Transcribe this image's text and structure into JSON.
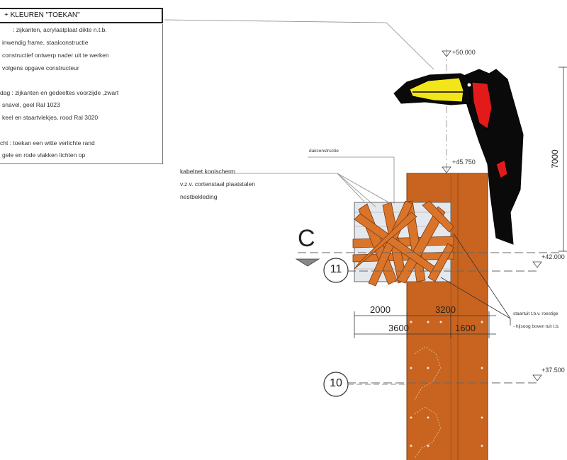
{
  "legend": {
    "title": "+ KLEUREN \"TOEKAN\"",
    "lines": [
      ": zijkanten, acrylaatplaat dikte n.t.b.",
      "inwendig frame, staalconstructie",
      "constructief ontwerp nader uit te werken",
      "volgens opgave constructeur",
      "dag   : zijkanten en gedeeltes voorzijde ,zwart",
      "snavel,  geel Ral 1023",
      "keel en staartvlekjes, rood Ral  3020",
      "cht  : toekan een witte verlichte rand",
      "gele en rode vlakken lichten op"
    ]
  },
  "callouts": {
    "dakconstructie": "dakconstructie",
    "kabelnet": "kabelnet kooischerm",
    "cortenstaal": "v.z.v. cortenstaal plaatstalen",
    "nest": "nestbekleding",
    "right_1": "staartuit t.b.v. roestige",
    "right_2": "- hijsoog boven tuit t.b."
  },
  "levels": {
    "top": "+50.000",
    "roof": "+45.750",
    "floor11": "+42.000",
    "floor10": "+37.500"
  },
  "dimensions": {
    "d2000": "2000",
    "d3200": "3200",
    "d3600": "3600",
    "d1600": "1600",
    "d7000": "7000"
  },
  "section": {
    "letter": "C"
  },
  "axes": {
    "a11": "11",
    "a10": "10"
  },
  "colors": {
    "tower": "#c8641f",
    "tower_edge": "#7a3a10",
    "beam": "#d9742a",
    "beak_yellow": "#f2e61a",
    "toucan_black": "#0a0a0a",
    "toucan_red": "#e21a1a",
    "line": "#555555"
  }
}
